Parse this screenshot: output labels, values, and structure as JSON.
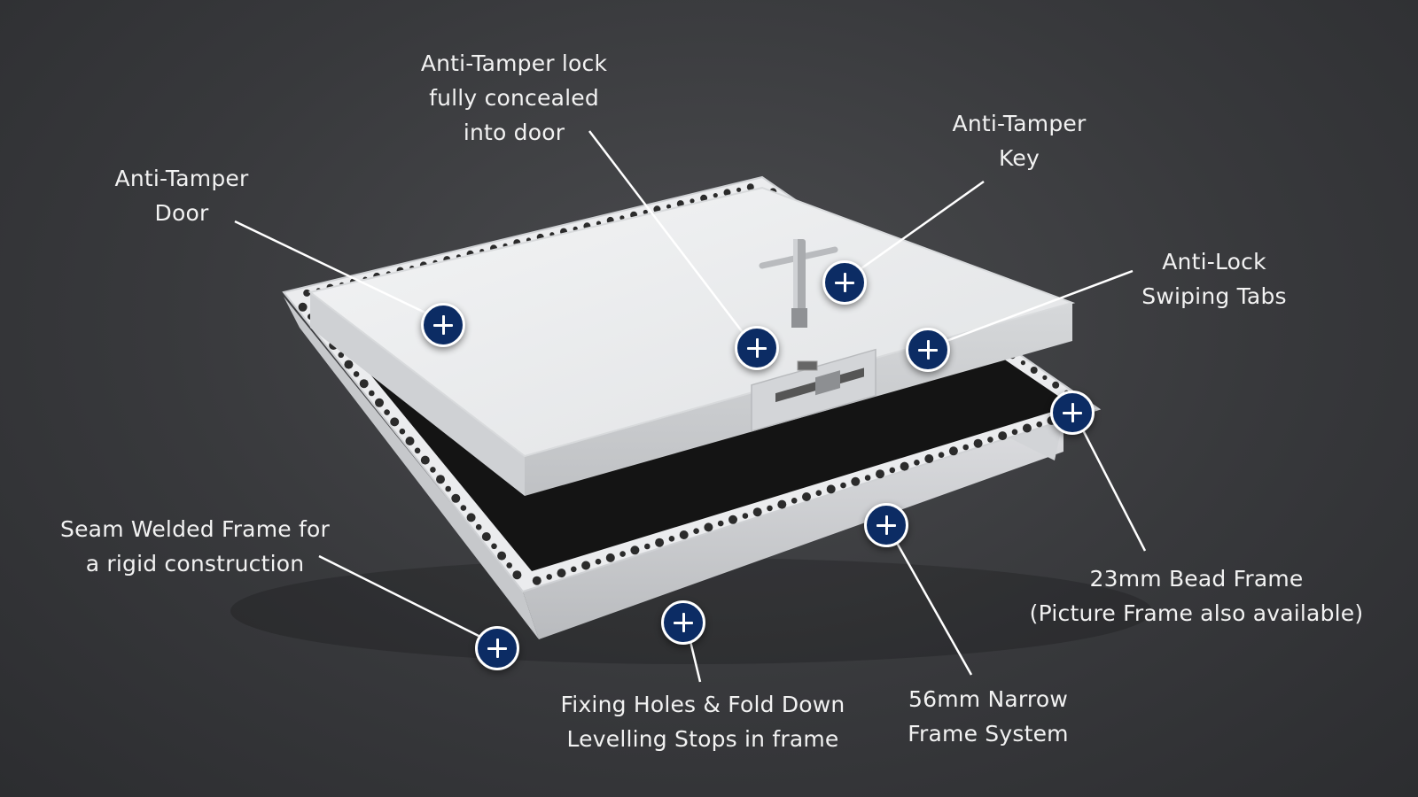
{
  "callouts": [
    {
      "id": "door",
      "lines": [
        "Anti-Tamper",
        "Door"
      ]
    },
    {
      "id": "lock",
      "lines": [
        "Anti-Tamper lock",
        "fully concealed",
        "into door"
      ]
    },
    {
      "id": "key",
      "lines": [
        "Anti-Tamper",
        "Key"
      ]
    },
    {
      "id": "tabs",
      "lines": [
        "Anti-Lock",
        "Swiping Tabs"
      ]
    },
    {
      "id": "bead",
      "lines": [
        "23mm Bead Frame",
        "(Picture Frame also available)"
      ]
    },
    {
      "id": "narrow",
      "lines": [
        "56mm Narrow",
        "Frame System"
      ]
    },
    {
      "id": "fixing",
      "lines": [
        "Fixing Holes & Fold Down",
        "Levelling Stops in frame"
      ]
    },
    {
      "id": "seam",
      "lines": [
        "Seam Welded Frame for",
        "a rigid construction"
      ]
    }
  ],
  "colors": {
    "background": "#3a3b3e",
    "hotspot_fill": "#0c2c64",
    "hotspot_ring": "#ffffff",
    "label_text": "#f2f2f2",
    "leader_line": "#ffffff",
    "panel": "#eaebec"
  },
  "icons": {
    "hotspot": "plus-icon"
  }
}
